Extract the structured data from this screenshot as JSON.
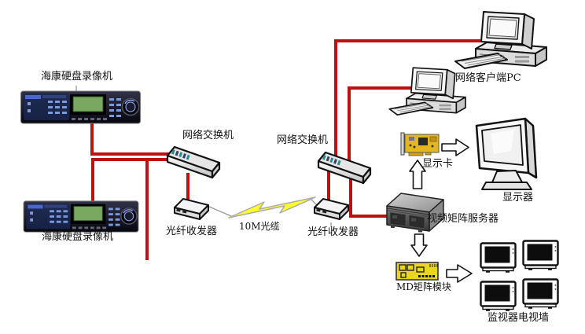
{
  "labels": {
    "dvr_top": "海康硬盘录像机",
    "dvr_bottom": "海康硬盘录像机",
    "switch_left": "网络交换机",
    "switch_right": "网络交换机",
    "transceiver_left": "光纤收发器",
    "transceiver_right": "光纤收发器",
    "fiber_cable": "10M光缆",
    "client_pc": "网络客户端PC",
    "display_card": "显示卡",
    "monitor": "显示器",
    "video_matrix_server": "视频矩阵服务器",
    "md_matrix_module": "MD矩阵模块",
    "tv_wall": "监视器电视墙"
  },
  "colors": {
    "connection_red": "#bb1111",
    "fiber_lightning_yellow": "#ffff2e",
    "card_yellow": "#e3b81e",
    "module_yellow": "#ead61f",
    "lcd_green": "#79a861",
    "background": "#ffffff",
    "outline_black": "#111111"
  },
  "diagram": {
    "nodes": [
      {
        "id": "dvr_top",
        "type": "hikvision-dvr",
        "label": "海康硬盘录像机"
      },
      {
        "id": "dvr_bottom",
        "type": "hikvision-dvr",
        "label": "海康硬盘录像机"
      },
      {
        "id": "switch_left",
        "type": "network-switch",
        "label": "网络交换机"
      },
      {
        "id": "switch_right",
        "type": "network-switch",
        "label": "网络交换机"
      },
      {
        "id": "transceiver_left",
        "type": "fiber-transceiver",
        "label": "光纤收发器"
      },
      {
        "id": "transceiver_right",
        "type": "fiber-transceiver",
        "label": "光纤收发器"
      },
      {
        "id": "client_pc_1",
        "type": "desktop-pc",
        "label": "网络客户端PC"
      },
      {
        "id": "client_pc_2",
        "type": "desktop-pc",
        "label": "网络客户端PC"
      },
      {
        "id": "display_card",
        "type": "pci-card",
        "label": "显示卡"
      },
      {
        "id": "monitor",
        "type": "display",
        "label": "显示器"
      },
      {
        "id": "video_matrix_server",
        "type": "rack-server",
        "label": "视频矩阵服务器"
      },
      {
        "id": "md_module",
        "type": "matrix-card",
        "label": "MD矩阵模块"
      },
      {
        "id": "tv_wall",
        "type": "monitor-wall-2x2",
        "label": "监视器电视墙"
      }
    ],
    "edges": [
      {
        "from": "dvr_top",
        "to": "switch_left",
        "type": "ethernet-red"
      },
      {
        "from": "dvr_bottom",
        "to": "switch_left",
        "type": "ethernet-red"
      },
      {
        "from": "switch_left",
        "to": "transceiver_left",
        "type": "ethernet-red"
      },
      {
        "from": "transceiver_left",
        "to": "transceiver_right",
        "type": "fiber",
        "label": "10M光缆"
      },
      {
        "from": "transceiver_right",
        "to": "switch_right",
        "type": "ethernet-red"
      },
      {
        "from": "switch_right",
        "to": "client_pc_1",
        "type": "ethernet-red"
      },
      {
        "from": "switch_right",
        "to": "client_pc_2",
        "type": "ethernet-red"
      },
      {
        "from": "switch_right",
        "to": "video_matrix_server",
        "type": "ethernet-red"
      },
      {
        "from": "video_matrix_server",
        "to": "display_card",
        "type": "arrow"
      },
      {
        "from": "display_card",
        "to": "monitor",
        "type": "arrow"
      },
      {
        "from": "video_matrix_server",
        "to": "md_module",
        "type": "arrow"
      },
      {
        "from": "md_module",
        "to": "tv_wall",
        "type": "arrow"
      }
    ]
  }
}
